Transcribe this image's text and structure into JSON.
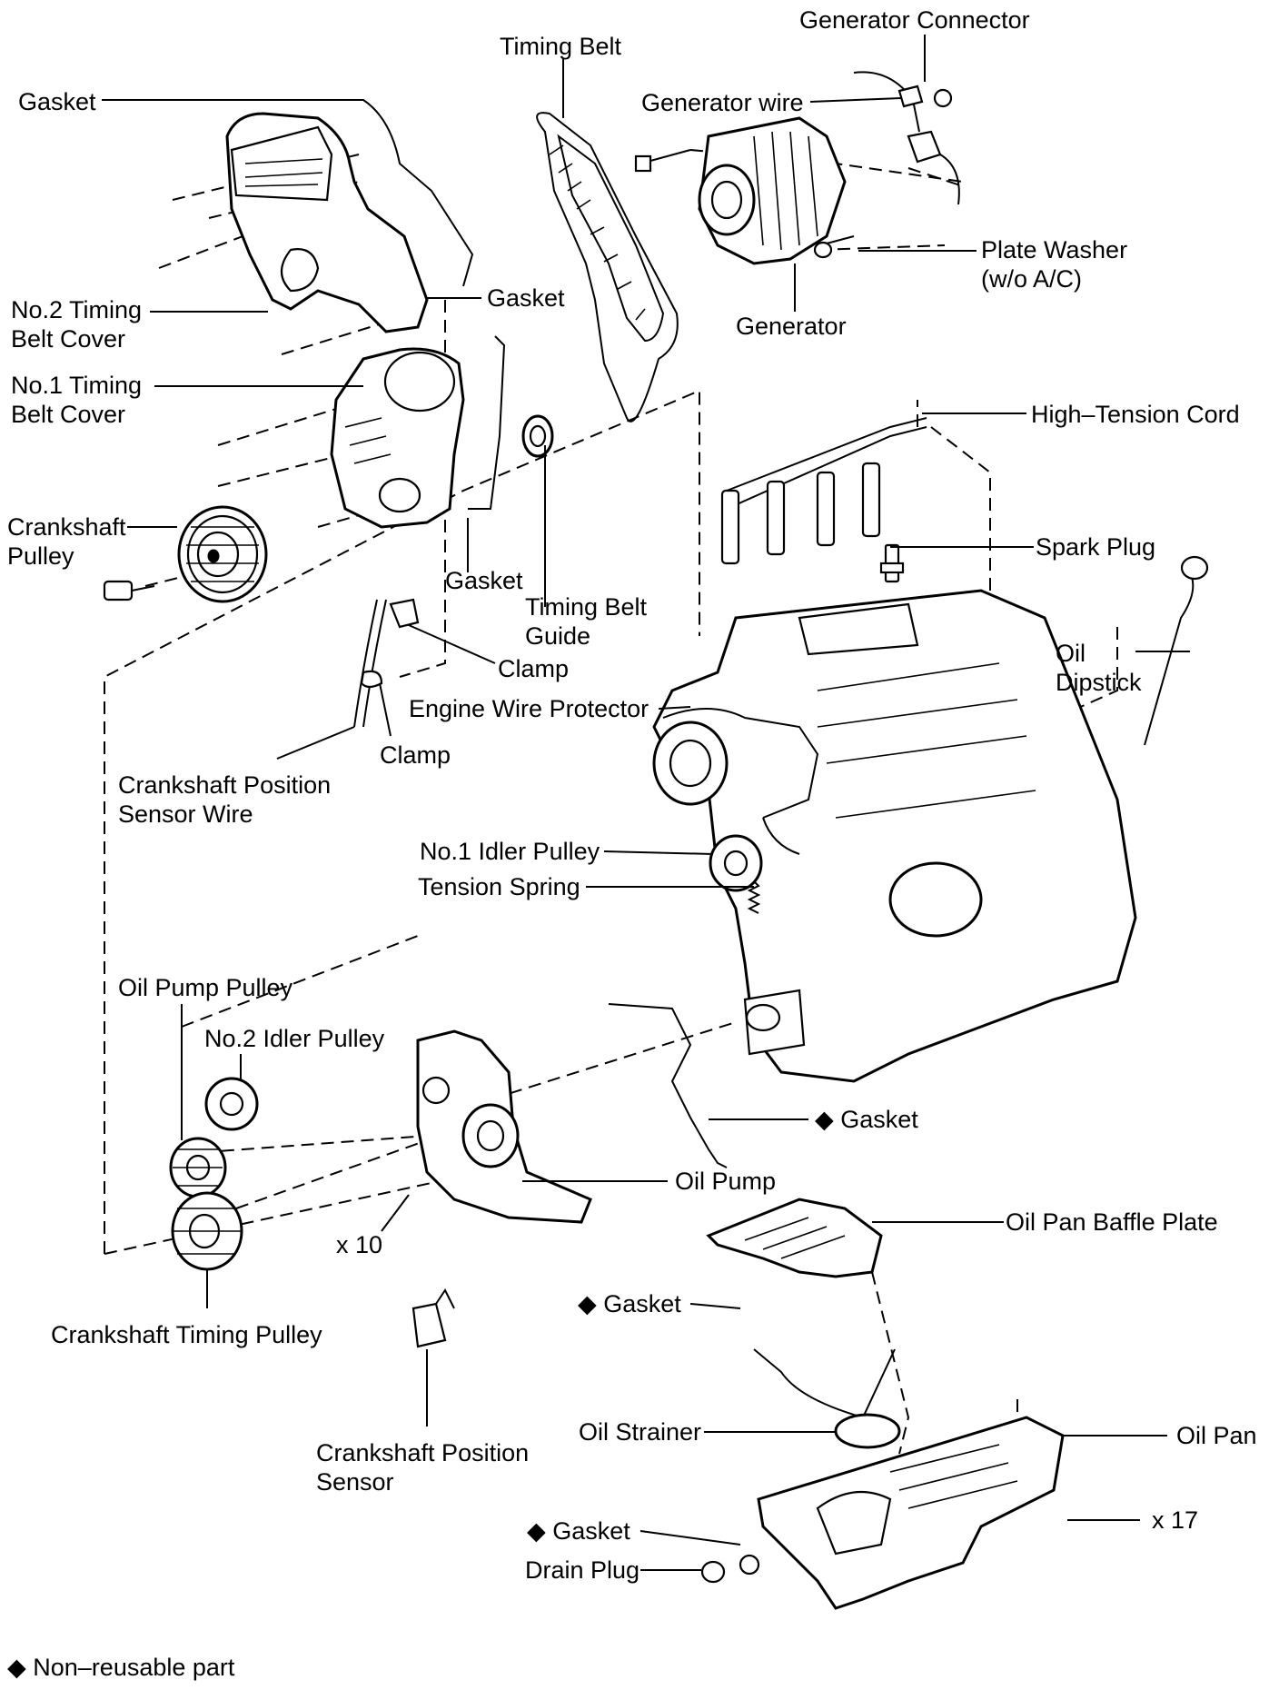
{
  "labels": {
    "generator_connector": "Generator Connector",
    "timing_belt": "Timing Belt",
    "gasket_top": "Gasket",
    "generator_wire": "Generator wire",
    "plate_washer_1": "Plate Washer",
    "plate_washer_2": "(w/o A/C)",
    "generator": "Generator",
    "gasket_mid": "Gasket",
    "no2_cover_1": "No.2 Timing",
    "no2_cover_2": "Belt Cover",
    "no1_cover_1": "No.1 Timing",
    "no1_cover_2": "Belt Cover",
    "high_tension_cord": "High–Tension Cord",
    "crank_pulley_1": "Crankshaft",
    "crank_pulley_2": "Pulley",
    "spark_plug": "Spark Plug",
    "gasket_low": "Gasket",
    "belt_guide_1": "Timing Belt",
    "belt_guide_2": "Guide",
    "clamp_1": "Clamp",
    "oil_dipstick_1": "Oil",
    "oil_dipstick_2": "Dipstick",
    "engine_wire_protector": "Engine Wire Protector",
    "clamp_2": "Clamp",
    "cps_wire_1": "Crankshaft Position",
    "cps_wire_2": "Sensor Wire",
    "no1_idler": "No.1 Idler Pulley",
    "tension_spring": "Tension Spring",
    "oil_pump_pulley": "Oil Pump Pulley",
    "no2_idler": "No.2 Idler Pulley",
    "gasket_pump": "◆ Gasket",
    "oil_pump": "Oil Pump",
    "x10": "x 10",
    "baffle_plate": "Oil Pan Baffle Plate",
    "gasket_strainer": "◆ Gasket",
    "crank_timing_pulley": "Crankshaft Timing Pulley",
    "oil_strainer": "Oil Strainer",
    "oil_pan": "Oil Pan",
    "cps_1": "Crankshaft Position",
    "cps_2": "Sensor",
    "gasket_drain": "◆ Gasket",
    "x17": "x 17",
    "drain_plug": "Drain Plug"
  },
  "legend": {
    "text": "◆ Non–reusable part"
  }
}
